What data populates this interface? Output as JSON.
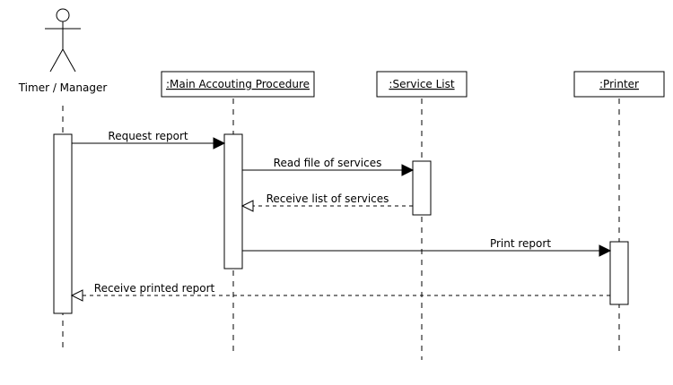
{
  "actor": {
    "label": "Timer / Manager"
  },
  "objects": {
    "main": ":Main Accouting Procedure",
    "service": ":Service List",
    "printer": ":Printer"
  },
  "messages": {
    "m1": "Request report",
    "m2": "Read file of services",
    "m3": "Receive list of services",
    "m4": "Print report",
    "m5": "Receive printed report"
  }
}
